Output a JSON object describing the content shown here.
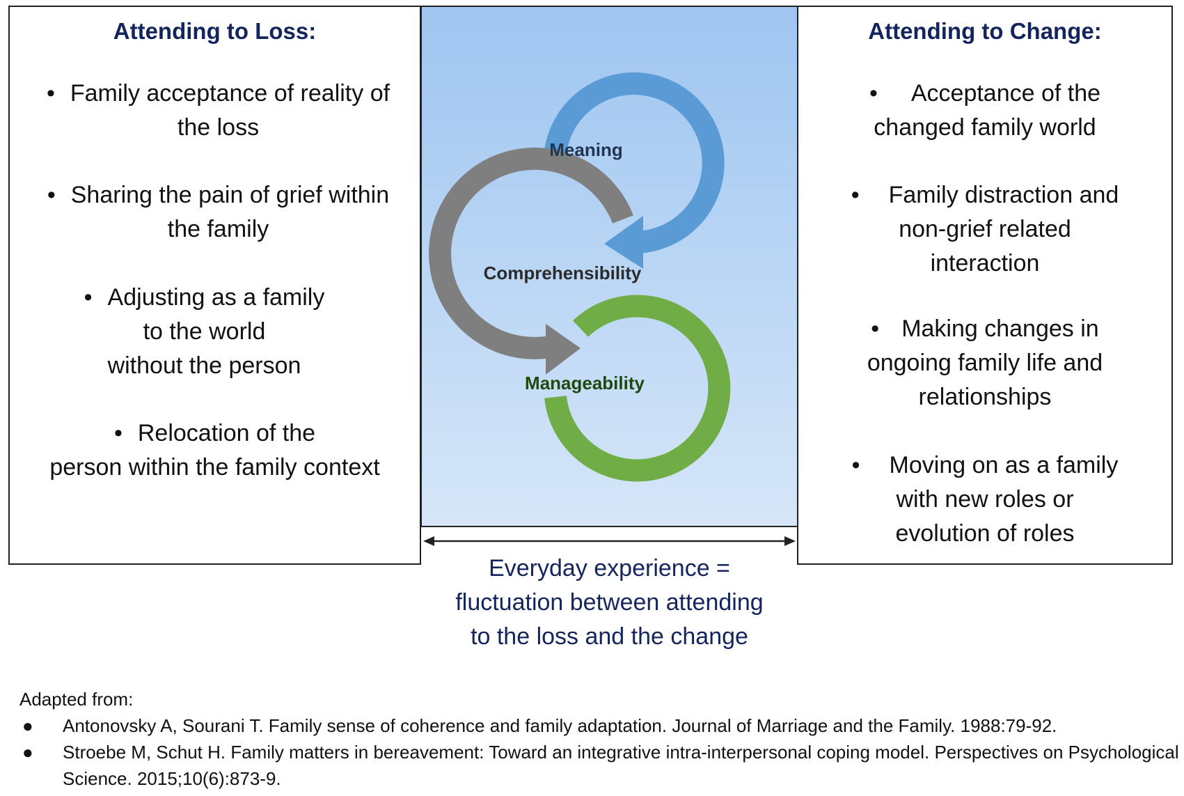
{
  "left_panel": {
    "heading": "Attending to Loss:",
    "items": [
      {
        "lines": [
          "Family acceptance of reality of",
          "the loss"
        ]
      },
      {
        "lines": [
          "Sharing the pain of grief within",
          "the family"
        ]
      },
      {
        "lines": [
          "Adjusting as a family",
          "to the world",
          "without the person"
        ]
      },
      {
        "lines": [
          "Relocation of the",
          "person within the family context"
        ]
      }
    ]
  },
  "center_panel": {
    "cycle": [
      {
        "label": "Meaning",
        "color": "#5b9bd5"
      },
      {
        "label": "Comprehensibility",
        "color": "#7f7f7f"
      },
      {
        "label": "Manageability",
        "color": "#70ad47"
      }
    ],
    "caption_lines": [
      "Everyday experience =",
      "fluctuation between attending",
      "to the loss and the change"
    ]
  },
  "right_panel": {
    "heading": "Attending to Change:",
    "items": [
      {
        "lines": [
          "Acceptance of the",
          "changed family world"
        ]
      },
      {
        "lines": [
          "Family distraction and",
          "non-grief related",
          "interaction"
        ]
      },
      {
        "lines": [
          "Making changes in",
          "ongoing family life and",
          "relationships"
        ]
      },
      {
        "lines": [
          "Moving on as a family",
          "with new roles or",
          "evolution of roles"
        ]
      }
    ]
  },
  "references": {
    "intro": "Adapted from:",
    "items": [
      "Antonovsky A, Sourani T. Family sense of coherence and family adaptation. Journal of Marriage and the Family. 1988:79-92.",
      "Stroebe M, Schut H. Family matters in bereavement: Toward an integrative intra-interpersonal coping model. Perspectives on Psychological Science. 2015;10(6):873-9."
    ]
  },
  "colors": {
    "heading": "#14245e",
    "caption": "#14245e"
  }
}
